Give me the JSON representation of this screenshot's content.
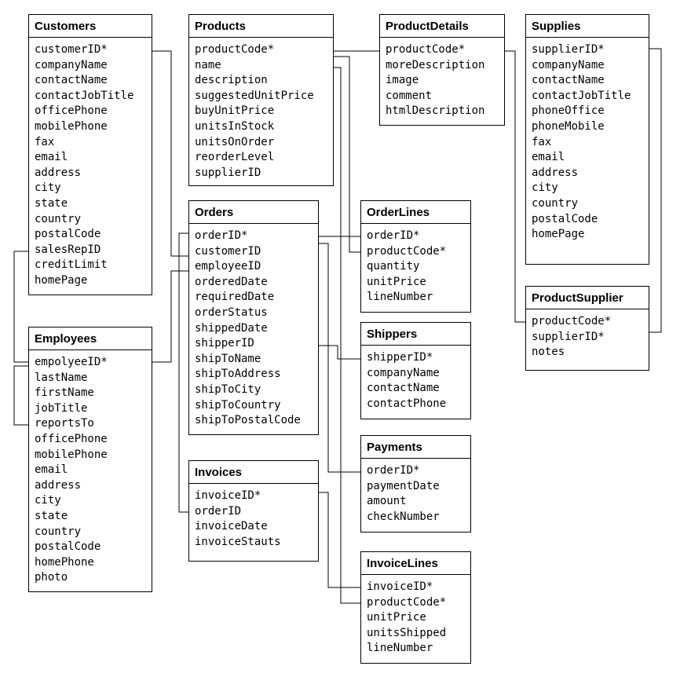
{
  "entities": [
    {
      "id": "customers",
      "title": "Customers",
      "fields": [
        "customerID*",
        "companyName",
        "contactName",
        "contactJobTitle",
        "officePhone",
        "mobilePhone",
        "fax",
        "email",
        "address",
        "city",
        "state",
        "country",
        "postalCode",
        "salesRepID",
        "creditLimit",
        "homePage"
      ]
    },
    {
      "id": "products",
      "title": "Products",
      "fields": [
        "productCode*",
        "name",
        "description",
        "suggestedUnitPrice",
        "buyUnitPrice",
        "unitsInStock",
        "unitsOnOrder",
        "reorderLevel",
        "supplierID"
      ]
    },
    {
      "id": "productdetails",
      "title": "ProductDetails",
      "fields": [
        "productCode*",
        "moreDescription",
        "image",
        "comment",
        "htmlDescription"
      ]
    },
    {
      "id": "supplies",
      "title": "Supplies",
      "fields": [
        "supplierID*",
        "companyName",
        "contactName",
        "contactJobTitle",
        "phoneOffice",
        "phoneMobile",
        "fax",
        "email",
        "address",
        "city",
        "country",
        "postalCode",
        "homePage"
      ]
    },
    {
      "id": "orders",
      "title": "Orders",
      "fields": [
        "orderID*",
        "customerID",
        "employeeID",
        "orderedDate",
        "requiredDate",
        "orderStatus",
        "shippedDate",
        "shipperID",
        "shipToName",
        "shipToAddress",
        "shipToCity",
        "shipToCountry",
        "shipToPostalCode"
      ]
    },
    {
      "id": "orderlines",
      "title": "OrderLines",
      "fields": [
        "orderID*",
        "productCode*",
        "quantity",
        "unitPrice",
        "lineNumber"
      ]
    },
    {
      "id": "productsupplier",
      "title": "ProductSupplier",
      "fields": [
        "productCode*",
        "supplierID*",
        "notes"
      ]
    },
    {
      "id": "employees",
      "title": "Employees",
      "fields": [
        "empolyeeID*",
        "lastName",
        "firstName",
        "jobTitle",
        "reportsTo",
        "officePhone",
        "mobilePhone",
        "email",
        "address",
        "city",
        "state",
        "country",
        "postalCode",
        "homePhone",
        "photo"
      ]
    },
    {
      "id": "shippers",
      "title": "Shippers",
      "fields": [
        "shipperID*",
        "companyName",
        "contactName",
        "contactPhone"
      ]
    },
    {
      "id": "payments",
      "title": "Payments",
      "fields": [
        "orderID*",
        "paymentDate",
        "amount",
        "checkNumber"
      ]
    },
    {
      "id": "invoices",
      "title": "Invoices",
      "fields": [
        "invoiceID*",
        "orderID",
        "invoiceDate",
        "invoiceStauts"
      ]
    },
    {
      "id": "invoicelines",
      "title": "InvoiceLines",
      "fields": [
        "invoiceID*",
        "productCode*",
        "unitPrice",
        "unitsShipped",
        "lineNumber"
      ]
    }
  ]
}
